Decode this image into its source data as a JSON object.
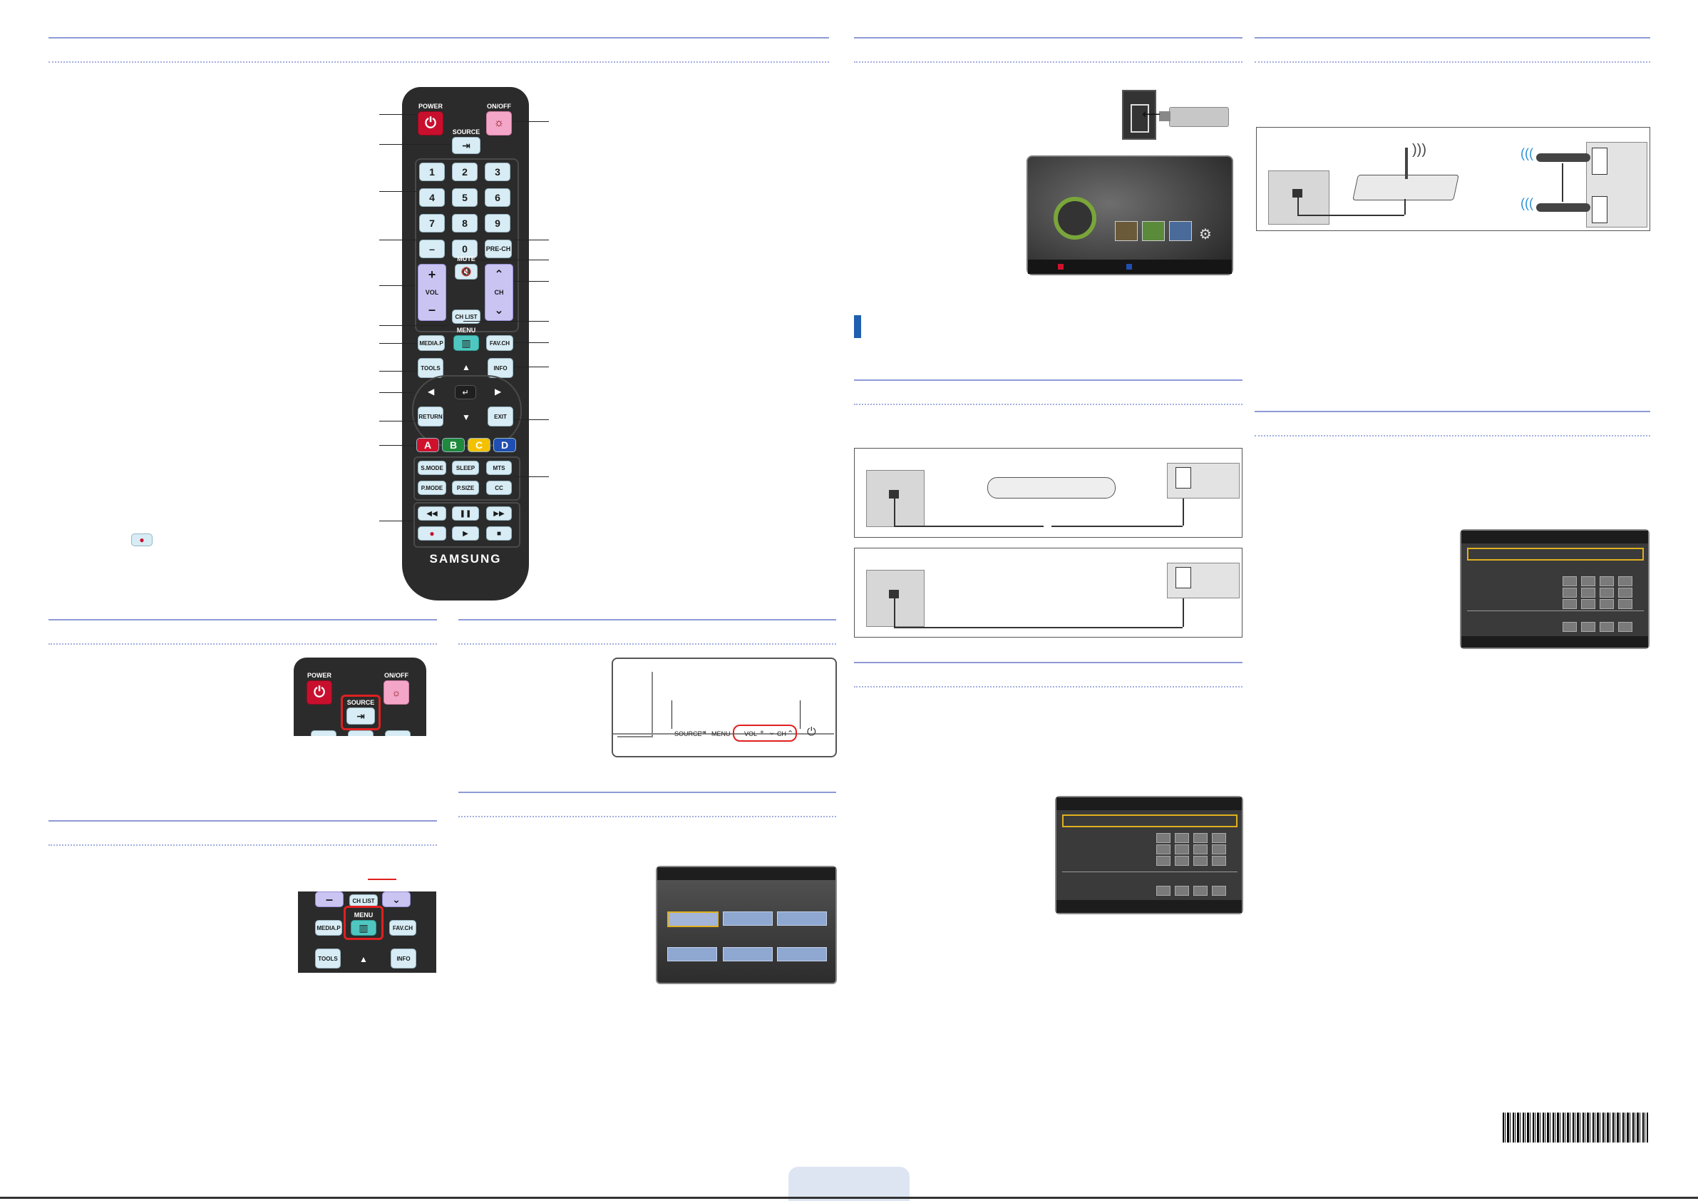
{
  "remote": {
    "power_label": "POWER",
    "onoff_label": "ON/OFF",
    "source_label": "SOURCE",
    "digits": [
      "1",
      "2",
      "3",
      "4",
      "5",
      "6",
      "7",
      "8",
      "9"
    ],
    "dash": "–",
    "zero": "0",
    "prech": "PRE-CH",
    "mute": "MUTE",
    "vol": "VOL",
    "ch": "CH",
    "plus": "+",
    "minus": "–",
    "chlist": "CH LIST",
    "menu": "MENU",
    "mediap": "MEDIA.P",
    "favch": "FAV.CH",
    "tools": "TOOLS",
    "info": "INFO",
    "return": "RETURN",
    "exit": "EXIT",
    "color_a": "A",
    "color_b": "B",
    "color_c": "C",
    "color_d": "D",
    "smode": "S.MODE",
    "sleep": "SLEEP",
    "mts": "MTS",
    "pmode": "P.MODE",
    "psize": "P.SIZE",
    "cc": "CC",
    "brand": "SAMSUNG"
  },
  "crop1": {
    "power": "POWER",
    "onoff": "ON/OFF",
    "source": "SOURCE"
  },
  "crop2": {
    "chlist": "CH LIST",
    "menu": "MENU",
    "mediap": "MEDIA.P",
    "favch": "FAV.CH",
    "tools": "TOOLS",
    "info": "INFO"
  },
  "tvpanel": {
    "source": "SOURCE",
    "menu": "MENU",
    "vol": "VOL",
    "plus": "+",
    "ch": "CH"
  },
  "colors": {
    "rule": "#8e9ad6",
    "remote_body": "#2b2b2b",
    "highlight": "#e02020",
    "section_marker": "#1f5fb0"
  }
}
